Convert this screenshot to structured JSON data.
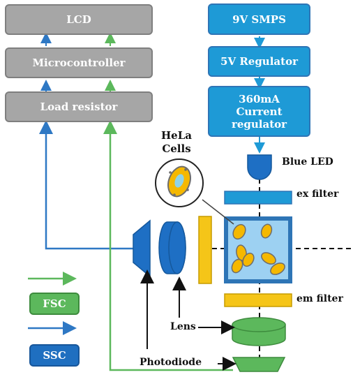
{
  "blocks": {
    "lcd": "LCD",
    "microcontroller": "Microcontroller",
    "load_resistor": "Load resistor",
    "smps": "9V SMPS",
    "regulator": "5V Regulator",
    "current_regulator": [
      "360mA",
      "Current",
      "regulator"
    ]
  },
  "labels": {
    "blue_led": "Blue LED",
    "ex_filter": "ex filter",
    "em_filter": "em filter",
    "hela_cells": [
      "HeLa",
      "Cells"
    ],
    "lens": "Lens",
    "photodiode": "Photodiode"
  },
  "legend": {
    "fsc": "FSC",
    "ssc": "SSC"
  },
  "colors": {
    "fsc_arrow": "#5cb85c",
    "ssc_arrow": "#2e78c4",
    "gray_block": "#a6a6a6",
    "power_block": "#1e9ad6",
    "filter": "#f5c518",
    "cuvette": "#9dd1f2"
  }
}
